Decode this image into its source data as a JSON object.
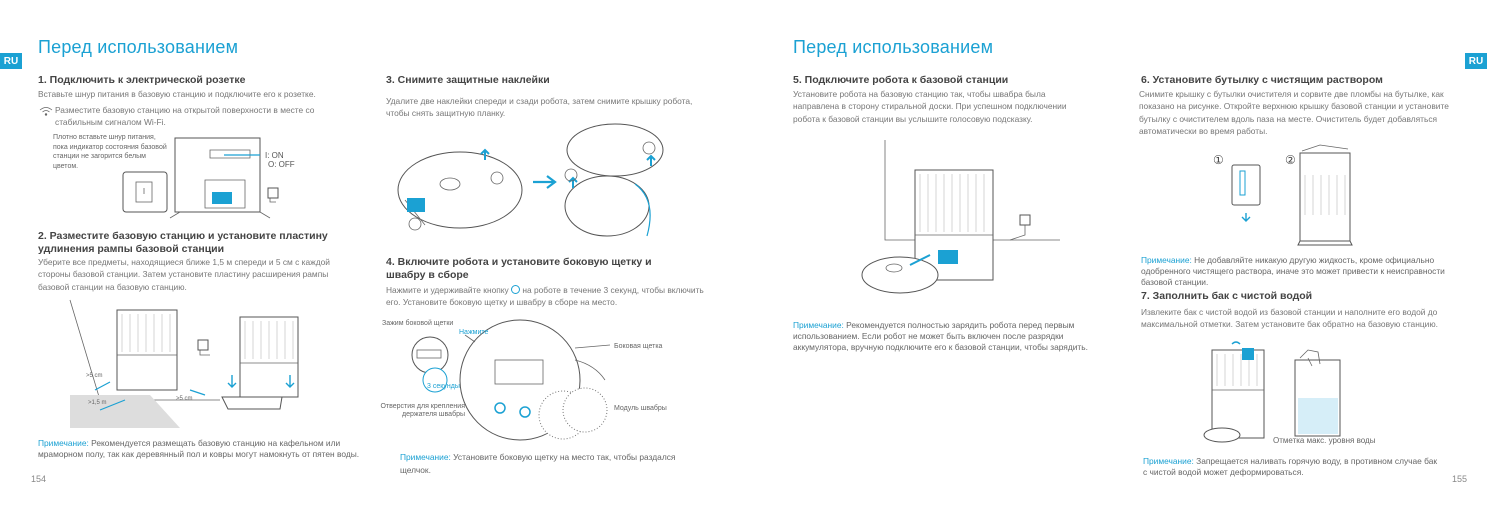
{
  "lang_tag": "RU",
  "left_page": {
    "title": "Перед использованием",
    "page_number": "154",
    "s1": {
      "heading": "1. Подключить к электрической розетке",
      "text": "Вставьте шнур питания в базовую станцию и подключите его к розетке.",
      "wifi_text": "Разместите базовую станцию на открытой поверхности в месте со стабильным сигналом Wi-Fi.",
      "callout": "Плотно вставьте шнур питания, пока индикатор состояния базовой станции не загорится белым цветом.",
      "switch_on": "I: ON",
      "switch_off": "O: OFF"
    },
    "s2": {
      "heading": "2. Разместите базовую станцию и установите пластину удлинения рампы базовой станции",
      "text": "Уберите все предметы, находящиеся ближе 1,5 м спереди и 5 см с каждой стороны базовой станции. Затем установите пластину расширения рампы базовой станции на базовую станцию.",
      "dist_5cm_left": ">5 cm",
      "dist_15m": ">1,5 m",
      "dist_5cm_right": ">5 cm",
      "note_label": "Примечание:",
      "note_text": "Рекомендуется размещать базовую станцию на кафельном или мраморном полу, так как деревянный пол и ковры могут намокнуть от пятен воды."
    },
    "s3": {
      "heading": "3. Снимите защитные наклейки",
      "text": "Удалите две наклейки спереди и сзади робота, затем снимите крышку робота, чтобы снять защитную планку."
    },
    "s4": {
      "heading": "4. Включите робота и установите боковую щетку и швабру в сборе",
      "text_before": "Нажмите и удерживайте кнопку",
      "text_after": "на роботе в течение 3 секунд, чтобы включить его. Установите боковую щетку и швабру в сборе на место.",
      "label_clip": "Зажим боковой щетки",
      "label_press": "Нажмите",
      "label_3sec": "3 секунды",
      "label_holes": "Отверстия для крепления держателя швабры",
      "label_brush": "Боковая щетка",
      "label_mop": "Модуль швабры",
      "note_label": "Примечание:",
      "note_text": "Установите боковую щетку на место так, чтобы раздался щелчок."
    }
  },
  "right_page": {
    "title": "Перед использованием",
    "page_number": "155",
    "s5": {
      "heading": "5. Подключите робота к базовой станции",
      "text": "Установите робота на базовую станцию так, чтобы швабра была направлена в сторону стиральной доски. При успешном подключении робота к базовой станции вы услышите голосовую подсказку.",
      "note_label": "Примечание:",
      "note_text": "Рекомендуется полностью зарядить робота перед первым использованием. Если робот не может быть включен после разрядки аккумулятора, вручную подключите его к базовой станции, чтобы зарядить."
    },
    "s6": {
      "heading": "6. Установите бутылку с чистящим раствором",
      "text": "Снимите крышку с бутылки очистителя и сорвите две пломбы на бутылке, как показано на рисунке. Откройте верхнюю крышку базовой станции и установите бутылку с очистителем вдоль паза на месте. Очиститель будет добавляться автоматически во время работы.",
      "step1": "①",
      "step2": "②",
      "note_label": "Примечание:",
      "note_text": "Не добавляйте никакую другую жидкость, кроме официально одобренного чистящего раствора, иначе это может привести к неисправности базовой станции."
    },
    "s7": {
      "heading": "7. Заполнить бак с чистой водой",
      "text": "Извлеките бак с чистой водой из базовой станции и наполните его водой до максимальной отметки. Затем установите бак обратно на базовую станцию.",
      "label_max": "Отметка макс. уровня воды",
      "note_label": "Примечание:",
      "note_text": "Запрещается наливать горячую воду, в противном случае бак с чистой водой может деформироваться."
    }
  },
  "icons": {
    "wifi": "wifi-icon",
    "power": "power-button-icon",
    "socket": "wall-socket-icon",
    "arrow": "arrow-right-icon"
  },
  "colors": {
    "accent": "#1ba1d3",
    "text": "#777777",
    "heading": "#444444"
  }
}
